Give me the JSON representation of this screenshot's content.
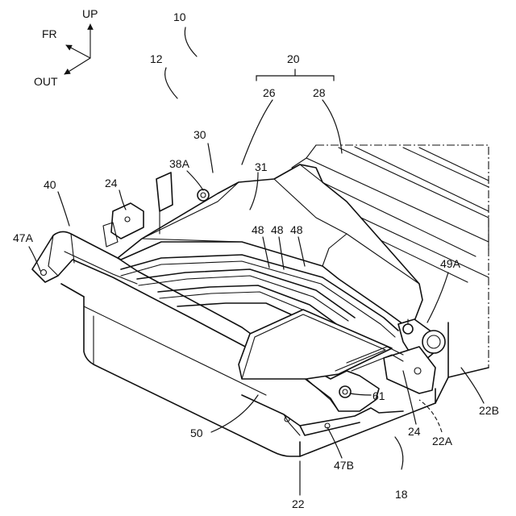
{
  "orientation": {
    "up": "UP",
    "front": "FR",
    "out": "OUT"
  },
  "labels": {
    "l10": "10",
    "l12": "12",
    "l20": "20",
    "l26": "26",
    "l28": "28",
    "l30": "30",
    "l31": "31",
    "l38a": "38A",
    "l24a": "24",
    "l40": "40",
    "l47a": "47A",
    "l48a": "48",
    "l48b": "48",
    "l48c": "48",
    "l49a": "49A",
    "l61": "61",
    "l50": "50",
    "l24b": "24",
    "l22b": "22B",
    "l22a": "22A",
    "l47b": "47B",
    "l18": "18",
    "l22": "22"
  }
}
